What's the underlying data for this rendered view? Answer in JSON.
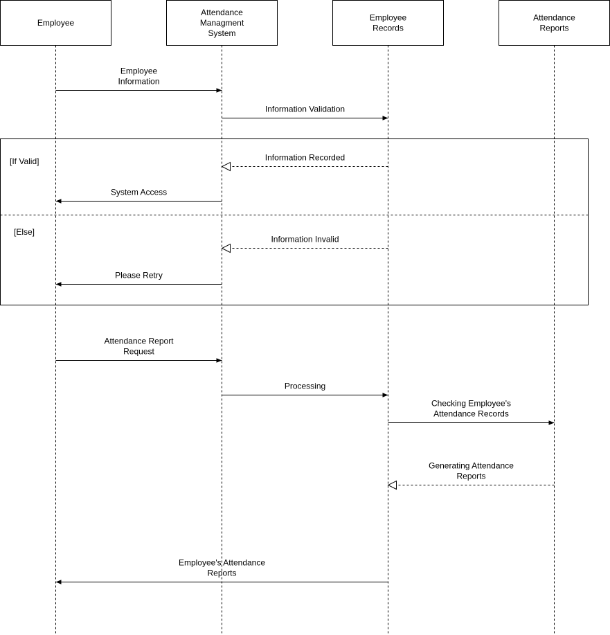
{
  "participants": [
    {
      "id": "employee",
      "label": [
        "Employee"
      ]
    },
    {
      "id": "ams",
      "label": [
        "Attendance",
        "Managment",
        "System"
      ]
    },
    {
      "id": "records",
      "label": [
        "Employee",
        "Records"
      ]
    },
    {
      "id": "reports",
      "label": [
        "Attendance",
        "Reports"
      ]
    }
  ],
  "fragment": {
    "conditions": [
      "[If Valid]",
      "[Else]"
    ]
  },
  "messages": [
    {
      "from": "employee",
      "to": "ams",
      "type": "sync",
      "label": [
        "Employee",
        "Information"
      ]
    },
    {
      "from": "ams",
      "to": "records",
      "type": "sync",
      "label": [
        "Information Validation"
      ]
    },
    {
      "from": "records",
      "to": "ams",
      "type": "reply",
      "label": [
        "Information Recorded"
      ]
    },
    {
      "from": "ams",
      "to": "employee",
      "type": "sync",
      "label": [
        "System Access"
      ]
    },
    {
      "from": "records",
      "to": "ams",
      "type": "reply",
      "label": [
        "Information Invalid"
      ]
    },
    {
      "from": "ams",
      "to": "employee",
      "type": "sync",
      "label": [
        "Please Retry"
      ]
    },
    {
      "from": "employee",
      "to": "ams",
      "type": "sync",
      "label": [
        "Attendance Report",
        "Request"
      ]
    },
    {
      "from": "ams",
      "to": "records",
      "type": "sync",
      "label": [
        "Processing"
      ]
    },
    {
      "from": "records",
      "to": "reports",
      "type": "sync",
      "label": [
        "Checking Employee's",
        "Attendance Records"
      ]
    },
    {
      "from": "reports",
      "to": "records",
      "type": "reply",
      "label": [
        "Generating Attendance",
        "Reports"
      ]
    },
    {
      "from": "records",
      "to": "employee",
      "type": "sync",
      "label": [
        "Employee's Attendance",
        "Reports"
      ]
    }
  ]
}
